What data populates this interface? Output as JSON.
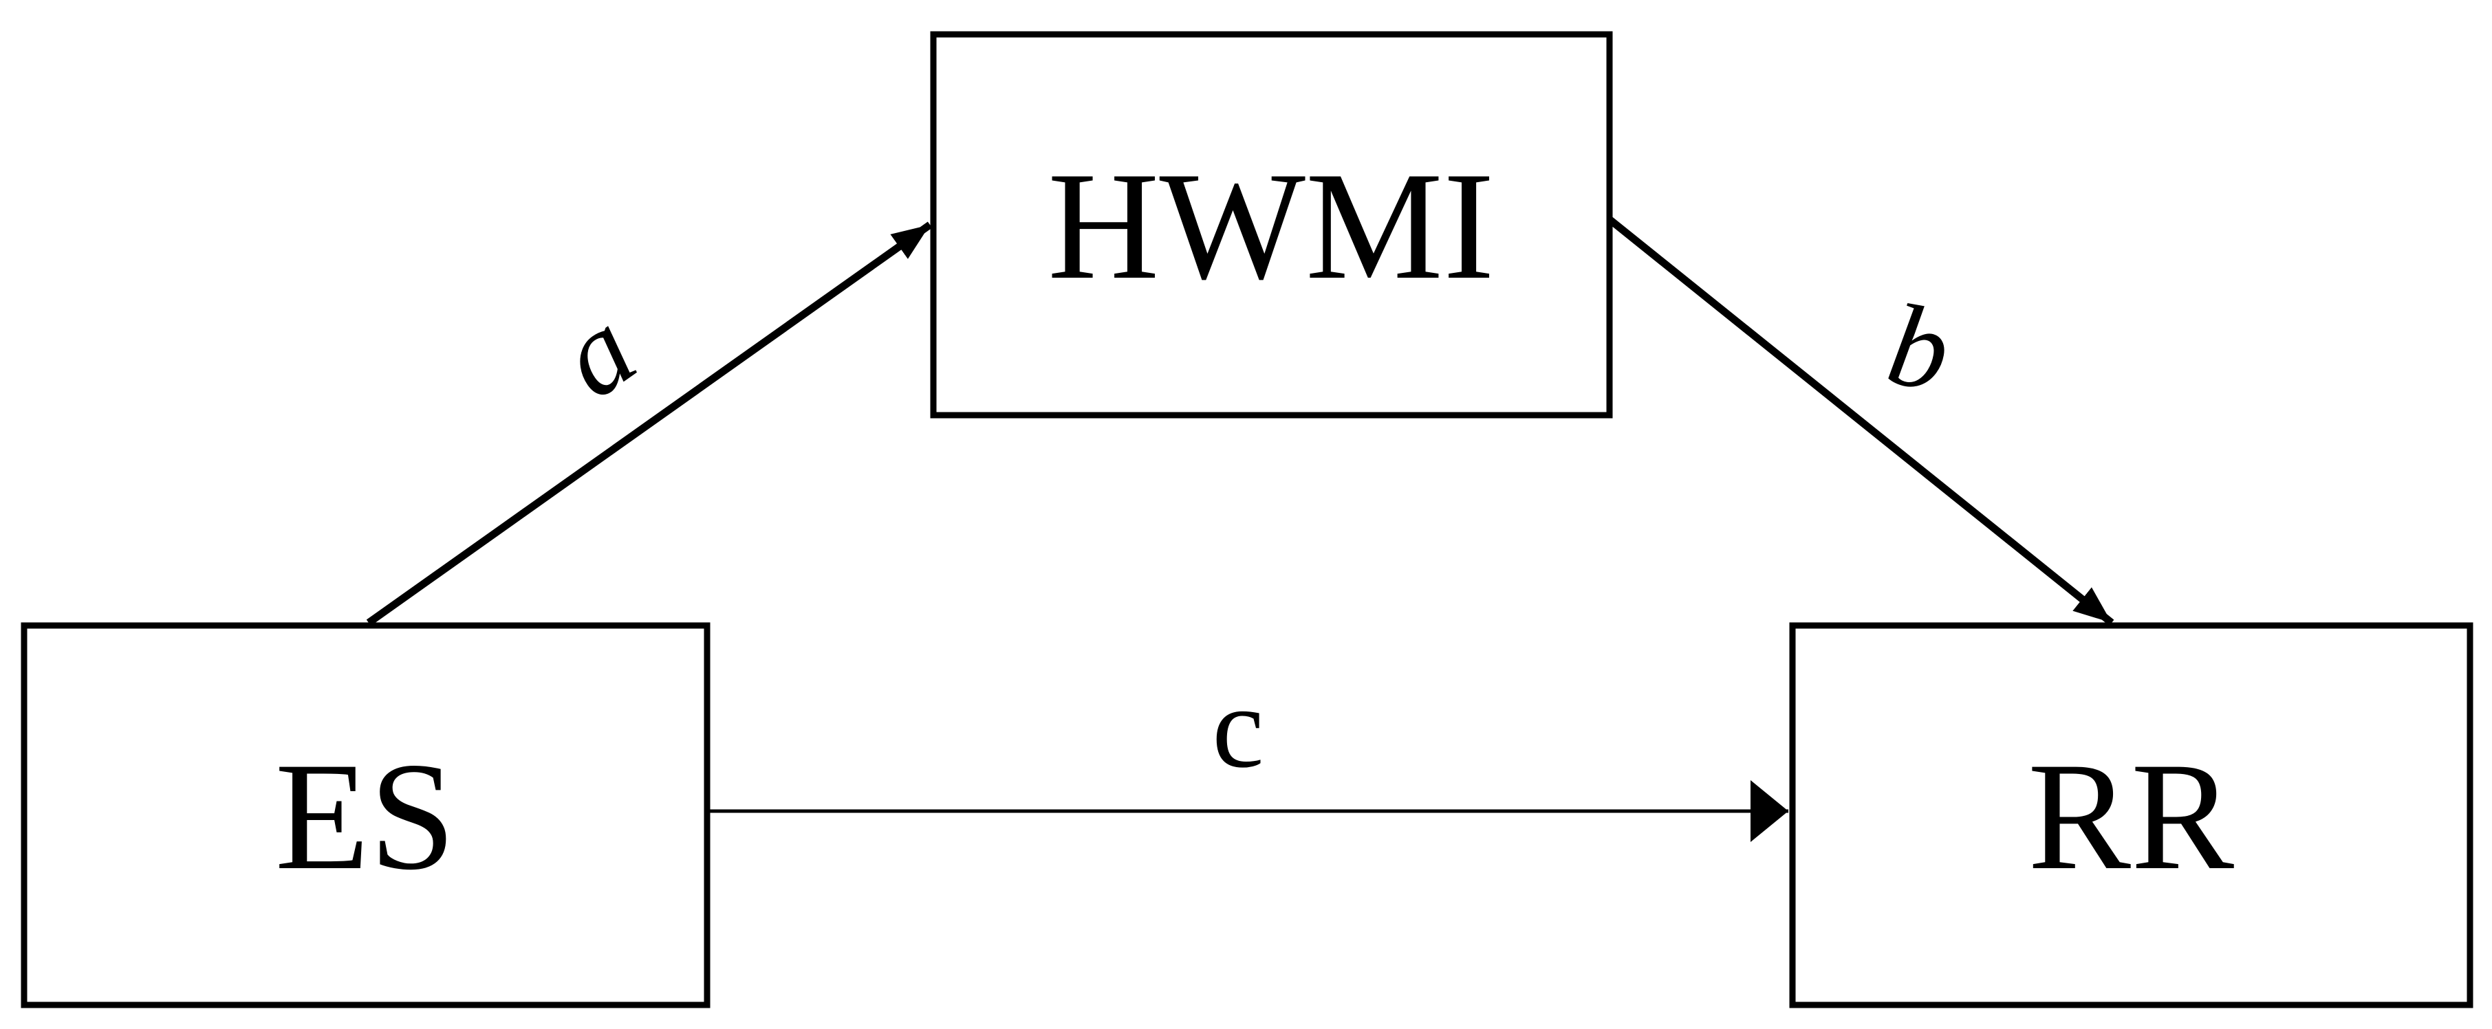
{
  "diagram": {
    "type": "mediation-model",
    "background_color": "#ffffff",
    "ink_color": "#000000",
    "nodes": [
      {
        "id": "es",
        "label": "ES",
        "role": "predictor",
        "position": "bottom-left"
      },
      {
        "id": "hwmi",
        "label": "HWMI",
        "role": "mediator",
        "position": "top-center"
      },
      {
        "id": "rr",
        "label": "RR",
        "role": "outcome",
        "position": "bottom-right"
      }
    ],
    "edges": [
      {
        "from": "ES",
        "to": "HWMI",
        "label": "a",
        "style": "thick",
        "label_style": "italic"
      },
      {
        "from": "HWMI",
        "to": "RR",
        "label": "b",
        "style": "thick",
        "label_style": "italic"
      },
      {
        "from": "ES",
        "to": "RR",
        "label": "c",
        "style": "thin",
        "label_style": "upright"
      }
    ]
  }
}
